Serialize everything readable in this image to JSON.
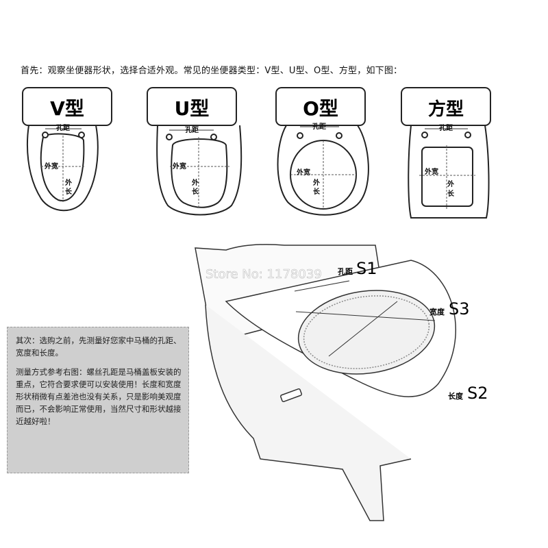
{
  "intro": "首先：观察坐便器形状，选择合适外观。常见的坐便器类型：V型、U型、O型、方型，如下图：",
  "shapes": [
    {
      "title": "V型",
      "hole": "孔距",
      "width": "外宽",
      "len1": "外",
      "len2": "长"
    },
    {
      "title": "U型",
      "hole": "孔距",
      "width": "外宽",
      "len1": "外",
      "len2": "长"
    },
    {
      "title": "O型",
      "hole": "孔距",
      "width": "外宽",
      "len1": "外",
      "len2": "长"
    },
    {
      "title": "方型",
      "hole": "孔距",
      "width": "外宽",
      "len1": "外",
      "len2": "长"
    }
  ],
  "measure": {
    "watermark": "Store No: 1178039",
    "s1_label": "孔距",
    "s1": "S1",
    "s3_label": "宽度",
    "s3": "S3",
    "s2_label": "长度",
    "s2": "S2"
  },
  "steps_text": {
    "p1": "其次：选购之前，先测量好您家中马桶的孔距、宽度和长度。",
    "p2": "测量方式参考右图：螺丝孔距是马桶盖板安装的重点，它符合要求便可以安装使用！长度和宽度形状稍微有点差池也没有关系，只是影响美观度而已，不会影响正常使用，当然尺寸和形状越接近越好啦！"
  }
}
